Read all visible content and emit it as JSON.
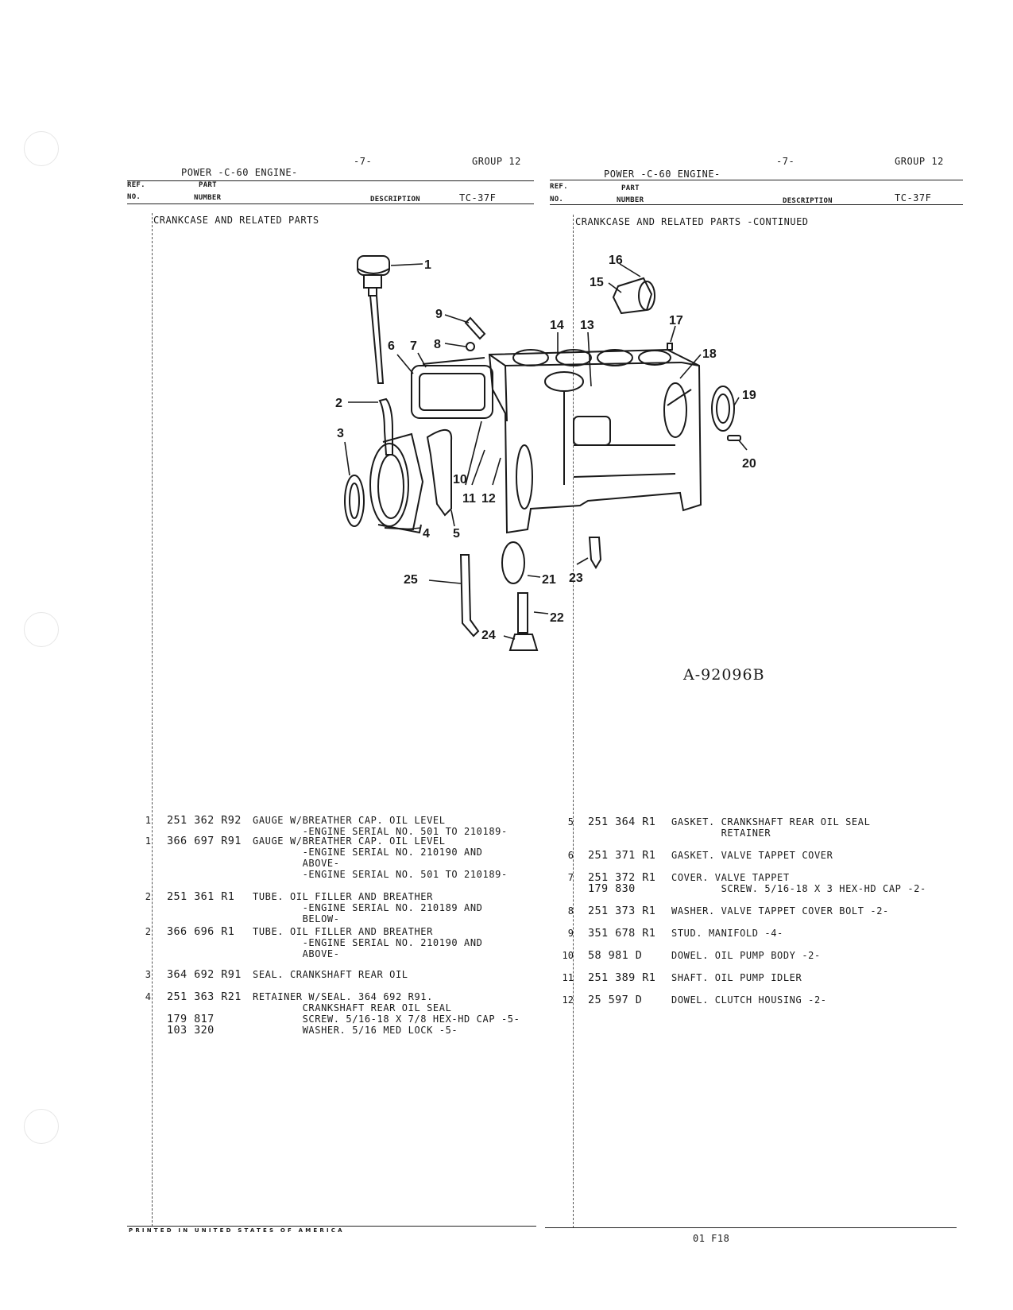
{
  "header": {
    "left": {
      "title": "POWER -C-60 ENGINE-",
      "page": "-7-",
      "group": "GROUP 12",
      "code": "TC-37F"
    },
    "right": {
      "title": "POWER -C-60 ENGINE-",
      "page": "-7-",
      "group": "GROUP 12",
      "code": "TC-37F"
    },
    "col_ref": "REF.",
    "col_no": "NO.",
    "col_part": "PART",
    "col_number": "NUMBER",
    "col_description": "DESCRIPTION"
  },
  "sections": {
    "left_title": "CRANKCASE AND RELATED PARTS",
    "right_title": "CRANKCASE AND RELATED PARTS  -CONTINUED"
  },
  "figure": {
    "id": "A-92096B",
    "callouts": [
      "1",
      "2",
      "3",
      "4",
      "5",
      "6",
      "7",
      "8",
      "9",
      "10",
      "11",
      "12",
      "13",
      "14",
      "15",
      "16",
      "17",
      "18",
      "19",
      "20",
      "21",
      "22",
      "23",
      "24",
      "25"
    ]
  },
  "parts_left": [
    {
      "ref": "1",
      "part": "251 362 R92",
      "lines": [
        "GAUGE W/BREATHER CAP. OIL LEVEL",
        "        -ENGINE SERIAL NO. 501 TO 210189-"
      ]
    },
    {
      "ref": "1",
      "part": "366 697 R91",
      "lines": [
        "GAUGE W/BREATHER CAP. OIL LEVEL",
        "        -ENGINE SERIAL NO. 210190 AND",
        "        ABOVE-",
        "        -ENGINE SERIAL NO. 501 TO 210189-"
      ]
    },
    {
      "ref": "2",
      "part": "251 361 R1",
      "lines": [
        "TUBE. OIL FILLER AND BREATHER",
        "        -ENGINE SERIAL NO. 210189 AND",
        "        BELOW-"
      ]
    },
    {
      "ref": "2",
      "part": "366 696 R1",
      "lines": [
        "TUBE. OIL FILLER AND BREATHER",
        "        -ENGINE SERIAL NO. 210190 AND",
        "        ABOVE-"
      ]
    },
    {
      "ref": "3",
      "part": "364 692 R91",
      "lines": [
        "SEAL. CRANKSHAFT REAR OIL"
      ]
    },
    {
      "ref": "4",
      "part": "251 363 R21",
      "lines": [
        "RETAINER W/SEAL. 364 692 R91.",
        "        CRANKSHAFT REAR OIL SEAL"
      ]
    },
    {
      "ref": "",
      "part": "179 817",
      "lines": [
        "        SCREW. 5/16-18 X 7/8 HEX-HD CAP -5-"
      ]
    },
    {
      "ref": "",
      "part": "103 320",
      "lines": [
        "        WASHER. 5/16 MED LOCK -5-"
      ]
    }
  ],
  "parts_right": [
    {
      "ref": "5",
      "part": "251 364 R1",
      "lines": [
        "GASKET. CRANKSHAFT REAR OIL SEAL",
        "        RETAINER"
      ]
    },
    {
      "ref": "6",
      "part": "251 371 R1",
      "lines": [
        "GASKET. VALVE TAPPET COVER"
      ]
    },
    {
      "ref": "7",
      "part": "251 372 R1",
      "lines": [
        "COVER. VALVE TAPPET"
      ]
    },
    {
      "ref": "",
      "part": "179 830",
      "lines": [
        "        SCREW. 5/16-18 X 3 HEX-HD CAP -2-"
      ]
    },
    {
      "ref": "8",
      "part": "251 373 R1",
      "lines": [
        "WASHER. VALVE TAPPET COVER BOLT -2-"
      ]
    },
    {
      "ref": "9",
      "part": "351 678 R1",
      "lines": [
        "STUD. MANIFOLD -4-"
      ]
    },
    {
      "ref": "10",
      "part": "58 981 D",
      "lines": [
        "DOWEL. OIL PUMP BODY -2-"
      ]
    },
    {
      "ref": "11",
      "part": "251 389 R1",
      "lines": [
        "SHAFT. OIL PUMP IDLER"
      ]
    },
    {
      "ref": "12",
      "part": "25 597 D",
      "lines": [
        "DOWEL. CLUTCH HOUSING -2-"
      ]
    }
  ],
  "footer": {
    "printed": "PRINTED IN UNITED STATES OF AMERICA",
    "code": "01 F18"
  }
}
